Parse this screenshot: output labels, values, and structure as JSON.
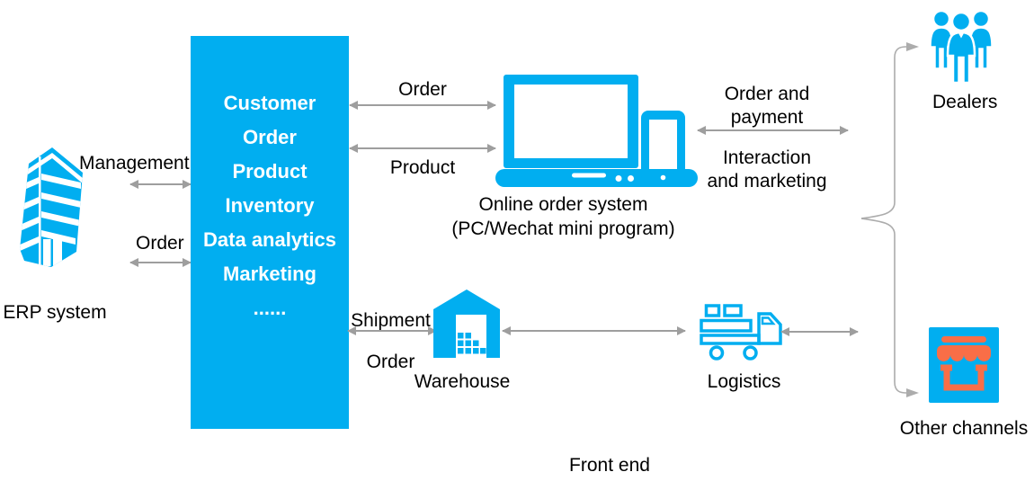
{
  "colors": {
    "blue": "#01AEF0",
    "orange": "#F96E47",
    "arrow_gray": "#9E9E9E",
    "bracket_gray": "#ACACAC"
  },
  "erp": {
    "label": "ERP system"
  },
  "core_box": {
    "items": [
      "Customer",
      "Order",
      "Product",
      "Inventory",
      "Data analytics",
      "Marketing",
      "......"
    ]
  },
  "links": {
    "management": {
      "label": "Management"
    },
    "order_erp": {
      "label": "Order"
    },
    "order_online": {
      "label": "Order"
    },
    "product": {
      "label": "Product"
    },
    "order_payment": {
      "line1": "Order and",
      "line2": "payment"
    },
    "interaction": {
      "line1": "Interaction",
      "line2": "and marketing"
    },
    "shipment": {
      "line1": "Shipment",
      "line2": "Order"
    }
  },
  "online_order_system": {
    "line1": "Online order system",
    "line2": "(PC/Wechat mini program)"
  },
  "warehouse": {
    "label": "Warehouse"
  },
  "logistics": {
    "label": "Logistics"
  },
  "dealers": {
    "label": "Dealers"
  },
  "other_channels": {
    "label": "Other channels"
  },
  "front_end": {
    "label": "Front end"
  }
}
